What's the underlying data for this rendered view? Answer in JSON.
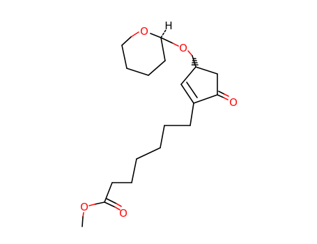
{
  "diagram": {
    "type": "chemical-structure",
    "atom_labels": {
      "ring_oxygen": "O",
      "ether_oxygen": "O",
      "anomeric_hydrogen": "H",
      "ketone_oxygen": "O",
      "ester_carbonyl_oxygen": "O",
      "ester_alkoxy_oxygen": "O"
    },
    "colors": {
      "bond": "#000000",
      "oxygen": "#ff0d0d"
    }
  }
}
